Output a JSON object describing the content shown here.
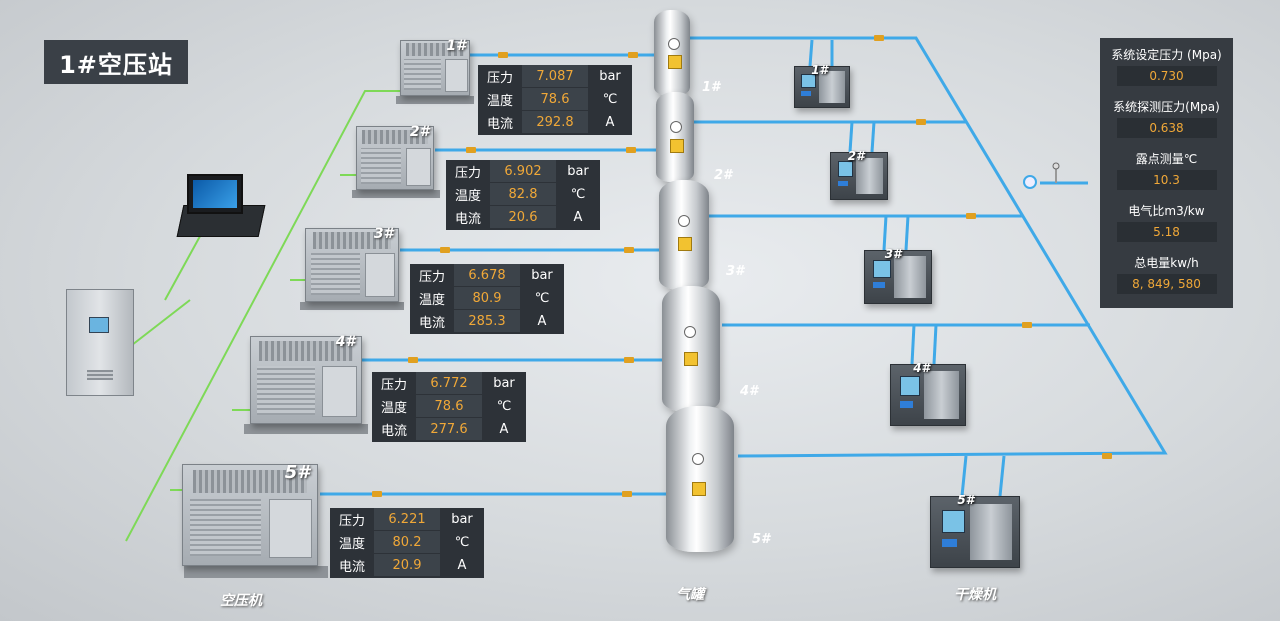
{
  "title": "1#空压站",
  "compressors": [
    {
      "label": "1#",
      "pressure": "7.087",
      "temperature": "78.6",
      "current": "292.8"
    },
    {
      "label": "2#",
      "pressure": "6.902",
      "temperature": "82.8",
      "current": "20.6"
    },
    {
      "label": "3#",
      "pressure": "6.678",
      "temperature": "80.9",
      "current": "285.3"
    },
    {
      "label": "4#",
      "pressure": "6.772",
      "temperature": "78.6",
      "current": "277.6"
    },
    {
      "label": "5#",
      "pressure": "6.221",
      "temperature": "80.2",
      "current": "20.9"
    }
  ],
  "readout_labels": {
    "pressure": "压力",
    "temperature": "温度",
    "current": "电流"
  },
  "units": {
    "pressure": "bar",
    "temperature": "℃",
    "current": "A"
  },
  "tanks": [
    "1#",
    "2#",
    "3#",
    "4#",
    "5#"
  ],
  "dryers": [
    "1#",
    "2#",
    "3#",
    "4#",
    "5#"
  ],
  "category_labels": {
    "compressor": "空压机",
    "tank": "气罐",
    "dryer": "干燥机"
  },
  "side_panel": [
    {
      "label": "系统设定压力 (Mpa)",
      "value": "0.730"
    },
    {
      "label": "系统探测压力(Mpa)",
      "value": "0.638"
    },
    {
      "label": "露点测量℃",
      "value": "10.3"
    },
    {
      "label": "电气比m3/kw",
      "value": "5.18"
    },
    {
      "label": "总电量kw/h",
      "value": "8, 849, 580"
    }
  ],
  "colors": {
    "air_pipe": "#3fa9e8",
    "signal_line": "#7ed957",
    "value_text": "#f0a838",
    "panel_bg": "#2d3238"
  }
}
